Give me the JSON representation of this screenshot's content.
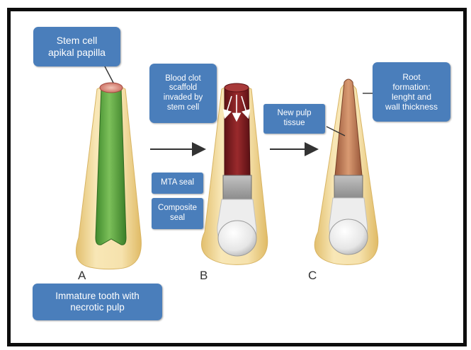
{
  "panels": {
    "a": {
      "letter": "A",
      "stem_label": "Stem cell\napikal papilla",
      "bottom_label": "Immature tooth with\nnecrotic pulp"
    },
    "b": {
      "letter": "B",
      "clot_label": "Blood clot\nscaffold\ninvaded by\nstem cell",
      "mta_label": "MTA seal",
      "composite_label": "Composite\nseal"
    },
    "c": {
      "letter": "C",
      "pulp_label": "New pulp\ntissue",
      "root_label": "Root\nformation:\nlenght and\nwall thickness"
    }
  },
  "colors": {
    "callout": "#4a7ebb",
    "dentin": "#f3dca0",
    "pulp_necrotic": "#56a03a",
    "blood_clot": "#7e1d22",
    "new_pulp": "#bf7a55",
    "mta": "#a3a3a3",
    "composite": "#e8e8e8"
  }
}
